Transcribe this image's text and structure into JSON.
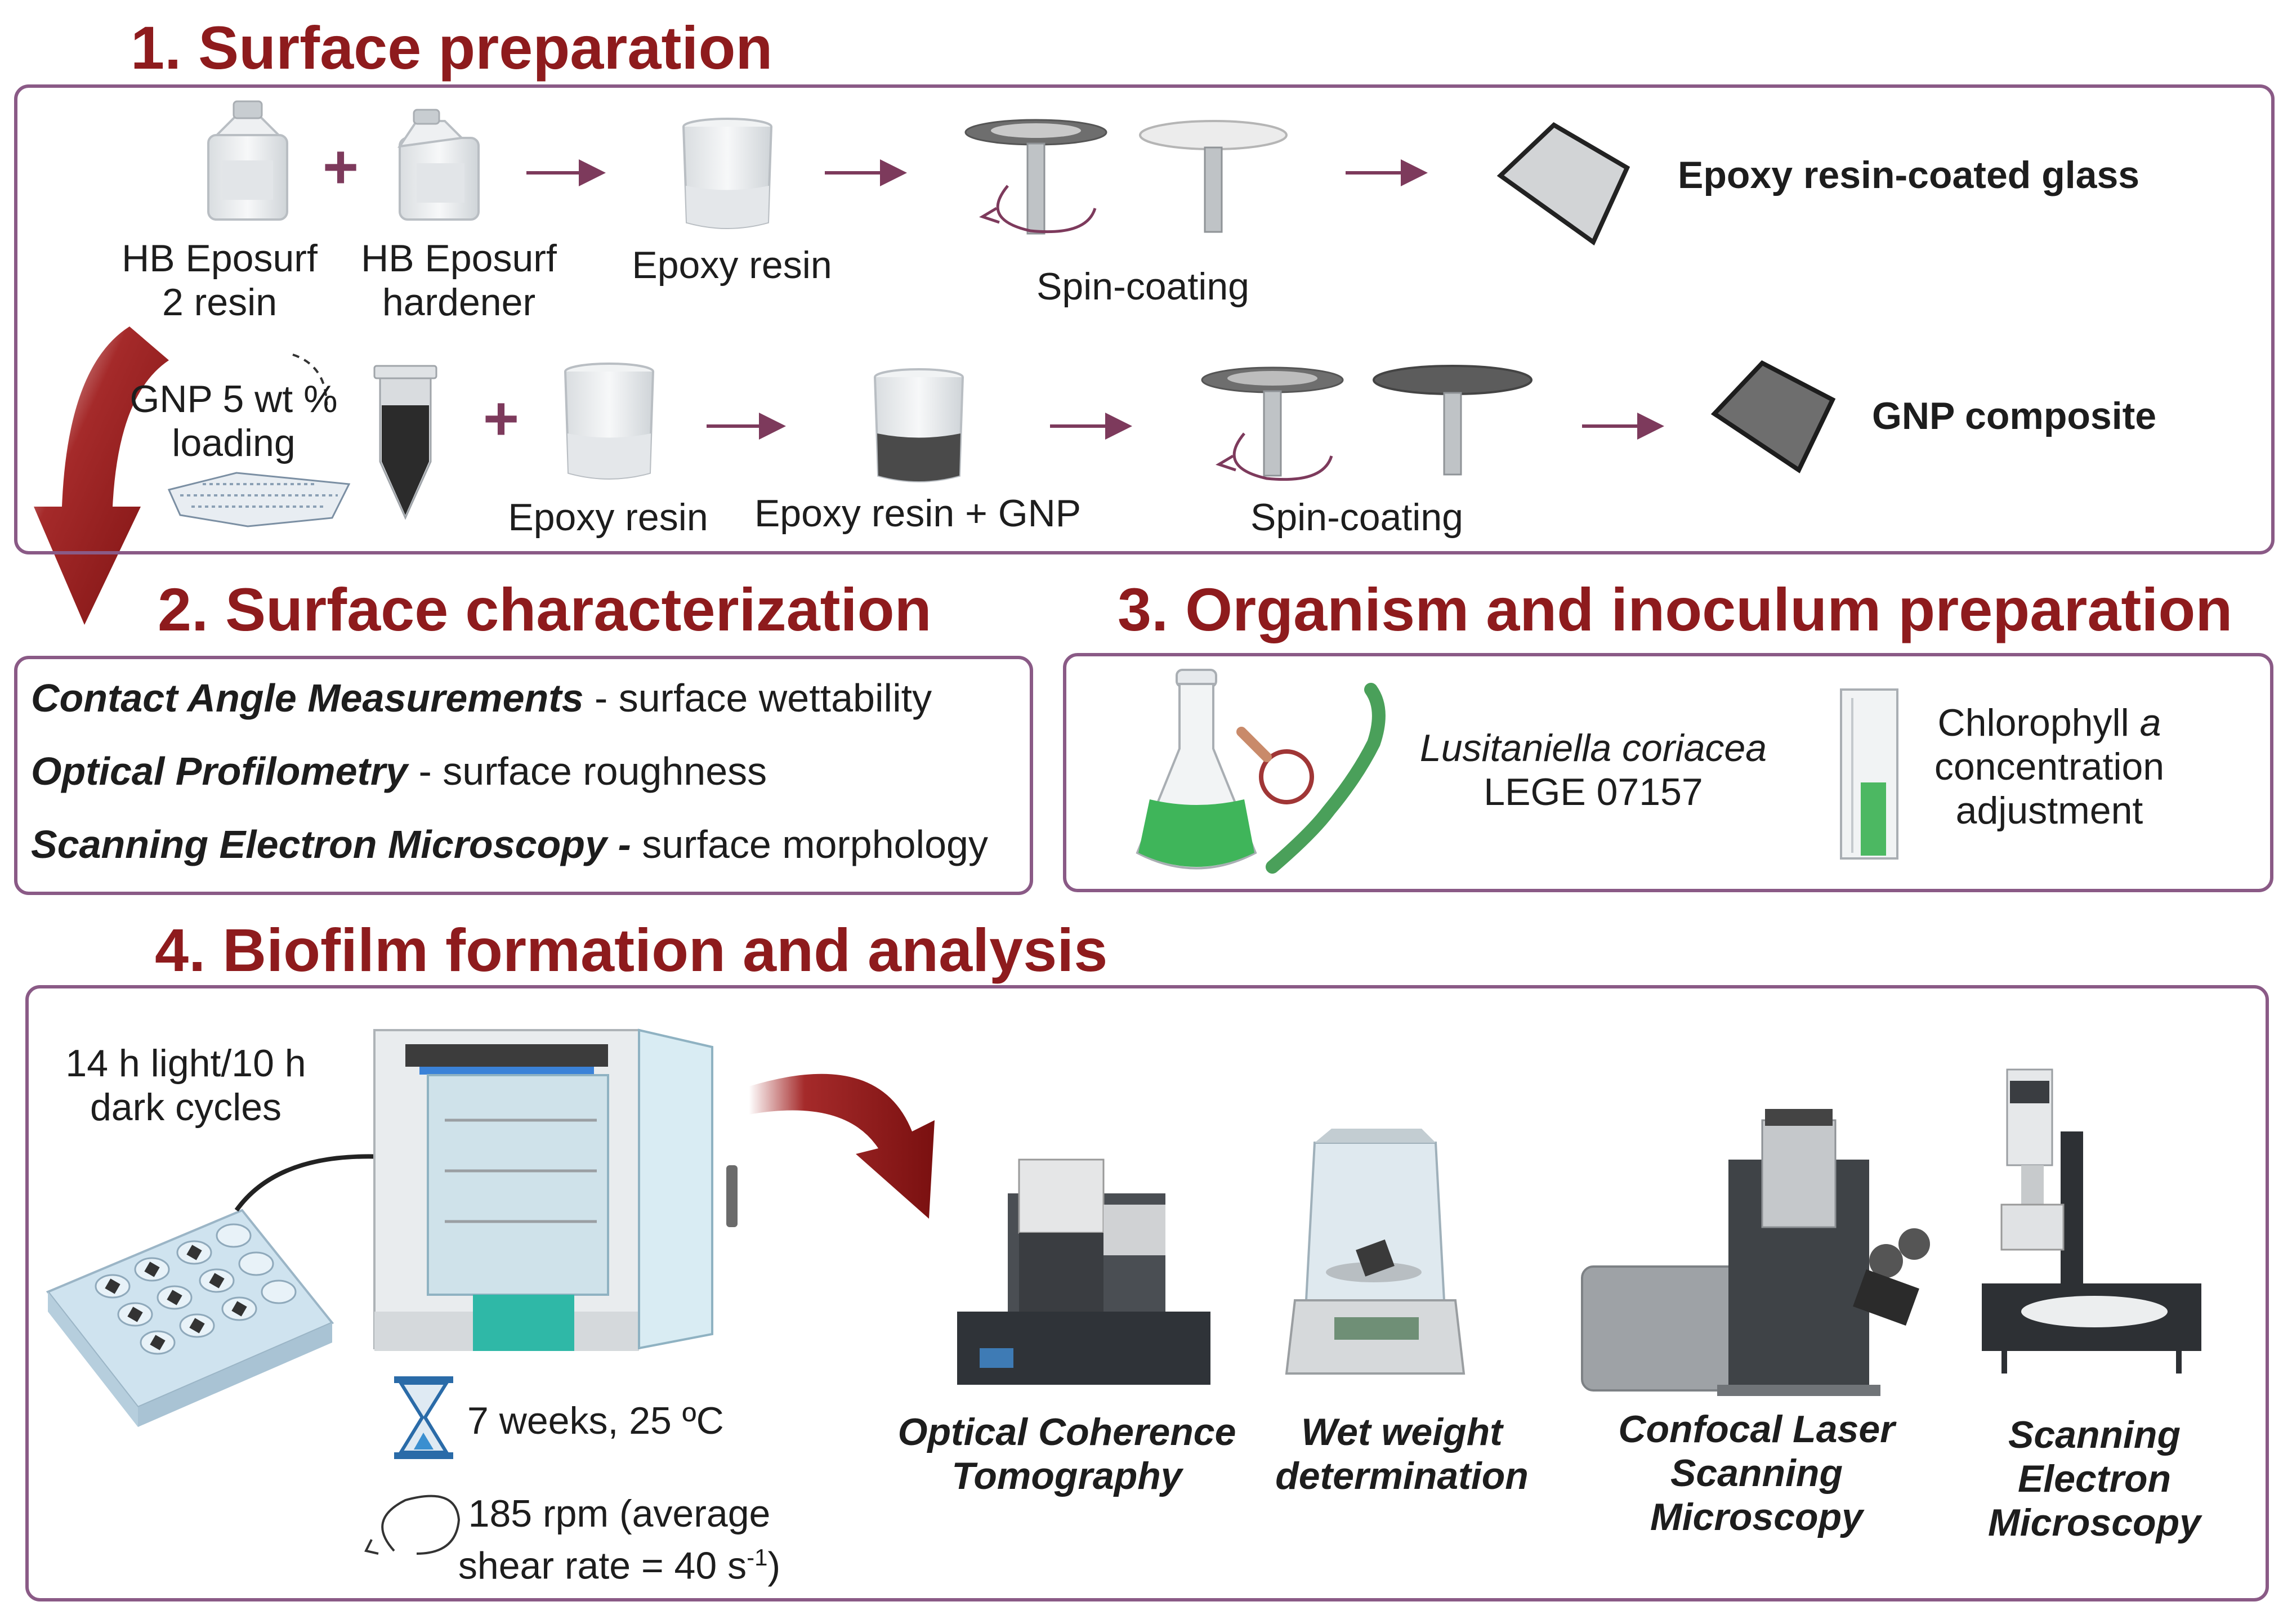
{
  "sections": {
    "s1_title": "1.  Surface preparation",
    "s2_title": "2. Surface characterization",
    "s3_title": "3. Organism and inoculum preparation",
    "s4_title": "4. Biofilm formation and analysis"
  },
  "prep_row1": {
    "resin_label_line1": "HB Eposurf",
    "resin_label_line2": "2 resin",
    "hardener_label_line1": "HB Eposurf",
    "hardener_label_line2": "hardener",
    "epoxy_label": "Epoxy resin",
    "spin_label": "Spin-coating",
    "result_label": "Epoxy resin-coated glass",
    "plus": "+"
  },
  "prep_row2": {
    "gnp_label_line1": "GNP 5 wt %",
    "gnp_label_line2": "loading",
    "epoxy_label": "Epoxy resin",
    "mix_label": "Epoxy resin + GNP",
    "spin_label": "Spin-coating",
    "result_label": "GNP composite",
    "plus": "+"
  },
  "characterization": [
    {
      "method": "Contact Angle Measurements",
      "sep": " - ",
      "purpose": "surface wettability"
    },
    {
      "method": "Optical Profilometry",
      "sep": " - ",
      "purpose": "surface roughness"
    },
    {
      "method": "Scanning Electron Microscopy -",
      "sep": " ",
      "purpose": "surface morphology"
    }
  ],
  "organism": {
    "species": "Lusitaniella coriacea",
    "strain": "LEGE 07157",
    "chl_line1_a": "Chlorophyll ",
    "chl_line1_b": "a",
    "chl_line2": "concentration",
    "chl_line3": "adjustment"
  },
  "biofilm": {
    "cycle_line1": "14 h light/10 h",
    "cycle_line2": "dark cycles",
    "duration": "7 weeks, 25 ºC",
    "rpm_line1": "185 rpm (average",
    "rpm_line2a": "shear rate = 40 s",
    "rpm_line2_sup": "-1",
    "rpm_line2b": ")",
    "analyses": [
      {
        "line1": "Optical Coherence",
        "line2": "Tomography",
        "line3": ""
      },
      {
        "line1": "Wet weight",
        "line2": "determination",
        "line3": ""
      },
      {
        "line1": "Confocal Laser",
        "line2": "Scanning",
        "line3": "Microscopy"
      },
      {
        "line1": "Scanning",
        "line2": "Electron",
        "line3": "Microscopy"
      }
    ]
  },
  "colors": {
    "title": "#8e1b1d",
    "panel_border": "#8a5a86",
    "arrow": "#7d3a5c",
    "big_arrow": "#8b1a1c"
  }
}
